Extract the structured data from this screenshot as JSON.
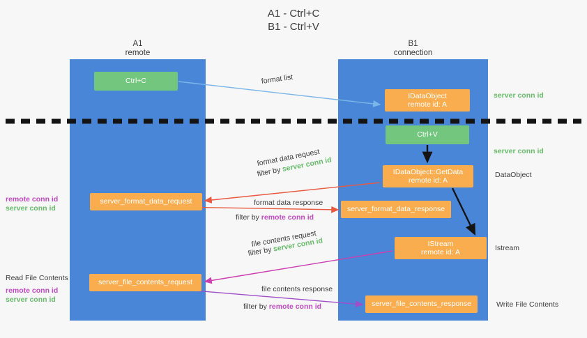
{
  "title": {
    "line1": "A1 - Ctrl+C",
    "line2": "B1 - Ctrl+V"
  },
  "lanes": {
    "left": {
      "name": "A1",
      "role": "remote"
    },
    "right": {
      "name": "B1",
      "role": "connection"
    }
  },
  "boxes": {
    "ctrl_c": "Ctrl+C",
    "ctrl_v": "Ctrl+V",
    "idataobject_title": "IDataObject",
    "idataobject_sub": "remote id: A",
    "getdata_title": "IDataObject::GetData",
    "getdata_sub": "remote id: A",
    "istream_title": "IStream",
    "istream_sub": "remote id: A",
    "server_format_data_request": "server_format_data_request",
    "server_format_data_response": "server_format_data_response",
    "server_file_contents_request": "server_file_contents_request",
    "server_file_contents_response": "server_file_contents_response"
  },
  "edges": {
    "format_list": "format list",
    "format_data_request": "format data request",
    "format_data_response": "format data response",
    "file_contents_request": "file contents request",
    "file_contents_response": "file contents response",
    "filter_by": "filter by"
  },
  "annotations": {
    "server_conn_id": "server conn id",
    "remote_conn_id": "remote conn id",
    "data_object": "DataObject",
    "istream": "Istream",
    "write_file_contents": "Write File Contents",
    "read_file_contents": "Read File Contents"
  },
  "colors": {
    "lane": "#4a86d8",
    "orange": "#f9ad4e",
    "green_box": "#73c67e",
    "green_text": "#67bb6a",
    "purple_text": "#c04ac0",
    "red_arrow": "#e8593f",
    "blue_arrow": "#7ab7e8",
    "magenta_arrow": "#cc3fb0",
    "purple_arrow": "#a04ec8",
    "black": "#141414",
    "background": "#f7f7f7"
  }
}
